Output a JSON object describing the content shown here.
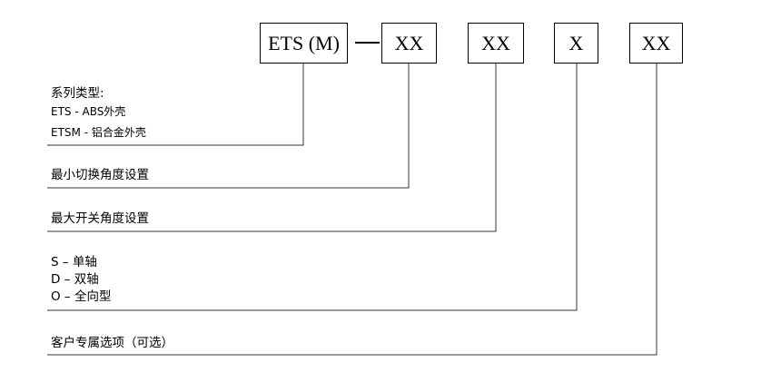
{
  "code_boxes": [
    {
      "id": "series",
      "text": "ETS (M)"
    },
    {
      "id": "min_switch",
      "text": "XX"
    },
    {
      "id": "max_switch",
      "text": "XX"
    },
    {
      "id": "axis",
      "text": "X"
    },
    {
      "id": "custom",
      "text": "XX"
    }
  ],
  "series_section": {
    "title": "系列类型:",
    "ets": "ETS - ABS外壳",
    "etsm": "ETSM - 铝合金外壳"
  },
  "min_switch_label": "最小切换角度设置",
  "max_switch_label": "最大开关角度设置",
  "axis_section": {
    "single": "S – 单轴",
    "dual": "D – 双轴",
    "omni": "O – 全向型"
  },
  "custom_label": "客户专属选项（可选）"
}
